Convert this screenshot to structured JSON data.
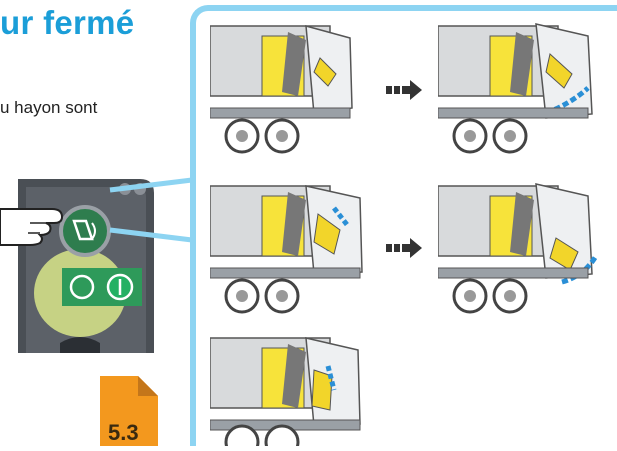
{
  "heading": {
    "text": "ur fermé"
  },
  "instruction": {
    "text": "u hayon sont"
  },
  "doc_badge": {
    "text": "5.3",
    "color": "#f3981e"
  },
  "colors": {
    "accent": "#1b9ed8",
    "panel_border": "#8dd4f2",
    "hopper_yellow": "#f7e33a",
    "control_green": "#2e9a5a",
    "highlight": "#e8f0a0"
  },
  "icons": [
    "press-finger-icon",
    "tailgate-cycle-icon",
    "start-button-icon",
    "stop-button-icon",
    "sequence-arrow-icon"
  ],
  "steps": [
    {
      "name": "step-1"
    },
    {
      "name": "step-2"
    },
    {
      "name": "step-3"
    },
    {
      "name": "step-4"
    },
    {
      "name": "step-5"
    }
  ]
}
